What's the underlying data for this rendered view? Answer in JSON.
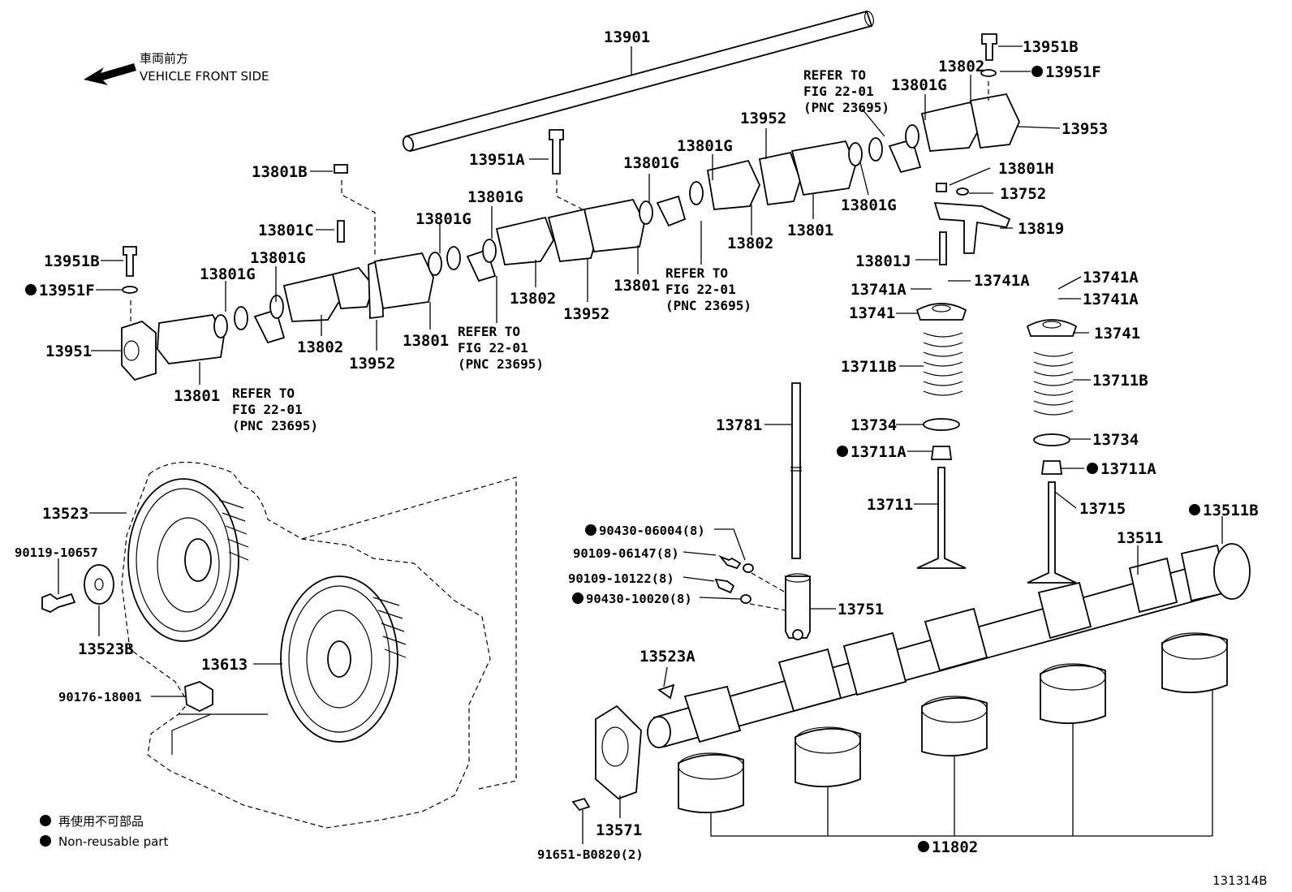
{
  "direction": {
    "japanese": "車両前方",
    "english": "VEHICLE FRONT SIDE"
  },
  "legend": {
    "japanese": "再使用不可部品",
    "english": "Non-reusable part"
  },
  "figure_id": "131314B",
  "parts": {
    "p13901": "13901",
    "p13951B_top": "13951B",
    "p13951F_top": "13951F",
    "p13802_top": "13802",
    "p13801G_top": "13801G",
    "p13953": "13953",
    "p13952_top": "13952",
    "p13801G_a": "13801G",
    "p13801G_b": "13801G",
    "p13951A": "13951A",
    "p13801B": "13801B",
    "p13801G_c": "13801G",
    "p13801G_d": "13801G",
    "p13801C": "13801C",
    "p13801H": "13801H",
    "p13752": "13752",
    "p13801G_e": "13801G",
    "p13819": "13819",
    "p13801G_f": "13801G",
    "p13801G_g": "13801G",
    "p13802_b": "13802",
    "p13801_a": "13801",
    "p13951B_left": "13951B",
    "p13951F_left": "13951F",
    "p13801J": "13801J",
    "p13741A_a": "13741A",
    "p13741A_b": "13741A",
    "p13741A_c": "13741A",
    "p13741A_d": "13741A",
    "p13802_c": "13802",
    "p13801_b": "13801",
    "p13952_b": "13952",
    "p13741_a": "13741",
    "p13741_b": "13741",
    "p13951": "13951",
    "p13802_d": "13802",
    "p13801_c": "13801",
    "p13952_c": "13952",
    "p13711B_a": "13711B",
    "p13711B_b": "13711B",
    "p13801_d": "13801",
    "p13781": "13781",
    "p13734_a": "13734",
    "p13734_b": "13734",
    "p13711A_a": "13711A",
    "p13711A_b": "13711A",
    "p13523": "13523",
    "p13711": "13711",
    "p13715": "13715",
    "p13511B": "13511B",
    "p90430_06004": "90430-06004(8)",
    "p13511": "13511",
    "p90119_10657": "90119-10657",
    "p90109_06147": "90109-06147(8)",
    "p90109_10122": "90109-10122(8)",
    "p13751": "13751",
    "p90430_10020": "90430-10020(8)",
    "p13523B": "13523B",
    "p13523A": "13523A",
    "p13613": "13613",
    "p90176_18001": "90176-18001",
    "p13571": "13571",
    "p91651_B0820": "91651-B0820(2)",
    "p11802": "11802"
  },
  "refer": {
    "line1": "REFER TO",
    "line2": "FIG 22-01",
    "line3": "(PNC 23695)"
  }
}
